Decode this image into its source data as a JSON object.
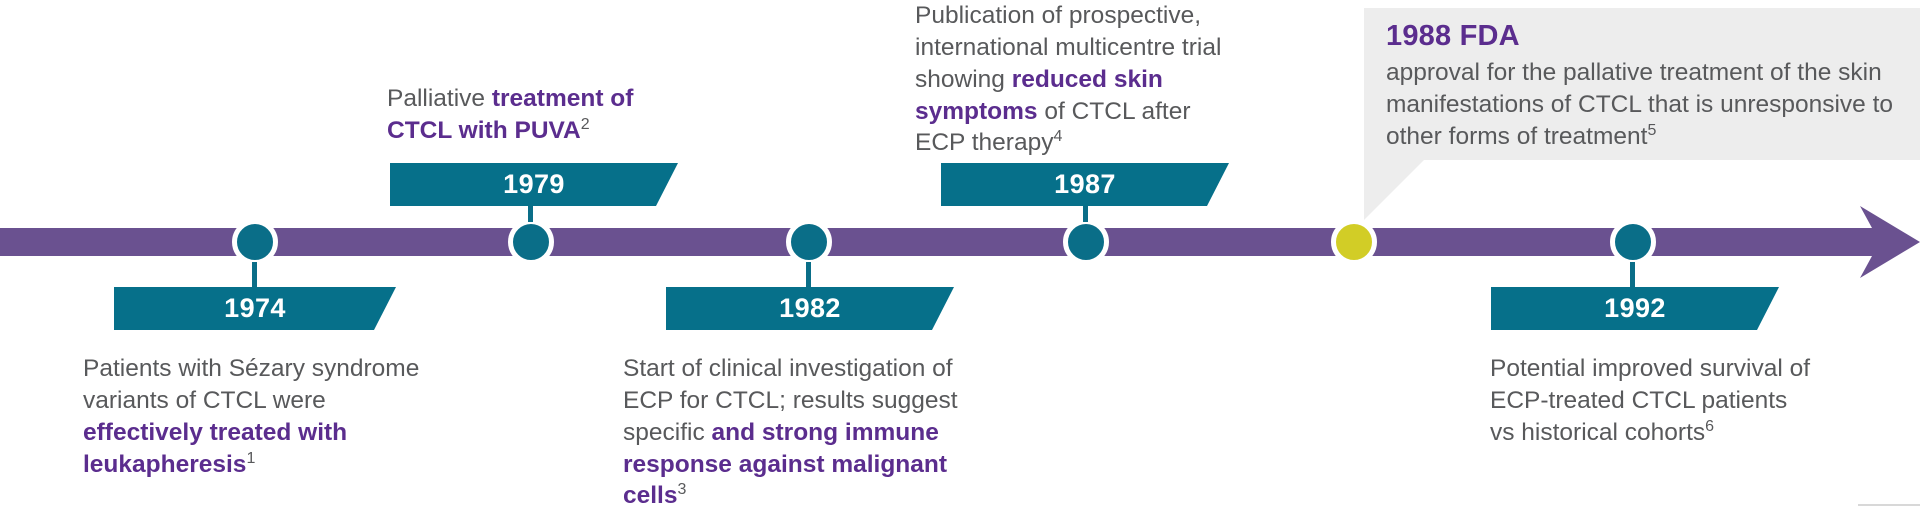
{
  "timeline": {
    "axis_color": "#6a5190",
    "marker_color": "#0a6e88",
    "accent_marker_color": "#d2cd26",
    "banner_color": "#06708a",
    "highlight_text_color": "#5b2d8e",
    "body_text_color": "#58595b",
    "callout_bg_color": "#ededed",
    "events": [
      {
        "year": "1974",
        "position": "below",
        "text_plain": "Patients with Sézary syndrome variants of CTCL were ",
        "text_bold": "effectively treated with leukapheresis",
        "ref": "1"
      },
      {
        "year": "1979",
        "position": "above",
        "text_plain": "Palliative ",
        "text_bold": "treatment of CTCL with PUVA",
        "ref": "2"
      },
      {
        "year": "1982",
        "position": "below",
        "text_plain": "Start of clinical investigation of ECP for CTCL; results suggest specific ",
        "text_bold": "and strong immune response against malignant cells",
        "ref": "3"
      },
      {
        "year": "1987",
        "position": "above",
        "text_plain_lead": "Publication of prospective, international multicentre trial showing ",
        "text_bold": "reduced skin symptoms",
        "text_plain_tail": " of CTCL after ECP therapy",
        "ref": "4"
      },
      {
        "year": "1988",
        "position": "callout",
        "callout_title": "1988 FDA",
        "callout_body": "approval for the pallative treatment of the skin manifestations of CTCL that is unresponsive to other forms of treatment",
        "ref": "5"
      },
      {
        "year": "1992",
        "position": "below",
        "text_plain": "Potential improved survival of ECP-treated CTCL patients vs historical cohorts",
        "ref": "6"
      }
    ]
  }
}
